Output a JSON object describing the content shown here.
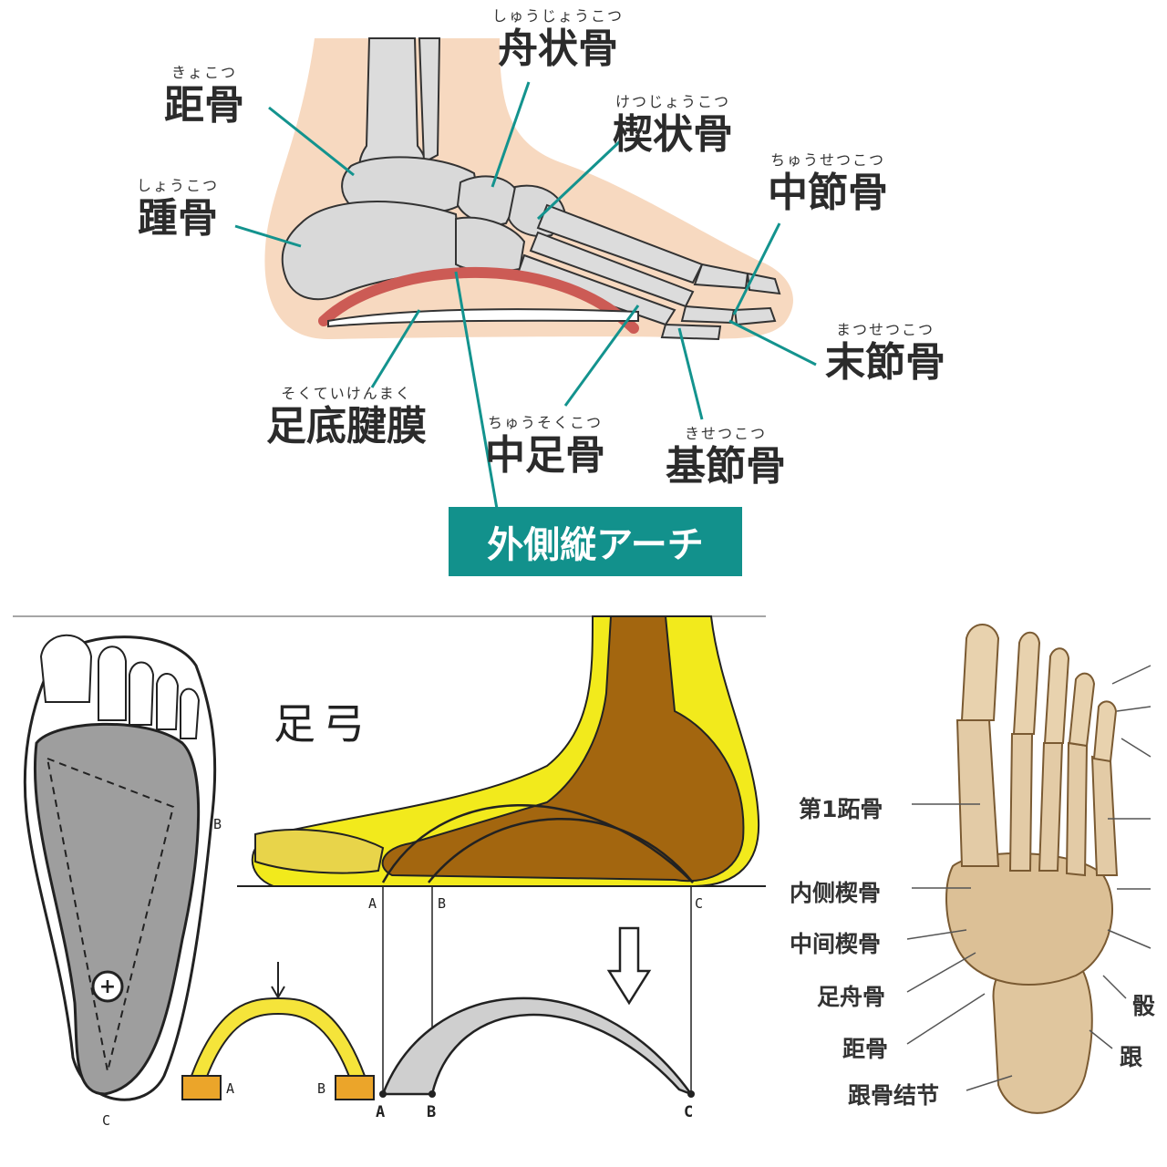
{
  "top_diagram": {
    "labels": {
      "talus": {
        "ruby": "きょこつ",
        "name": "距骨"
      },
      "navicular": {
        "ruby": "しゅうじょうこつ",
        "name": "舟状骨"
      },
      "cuneiform": {
        "ruby": "けつじょうこつ",
        "name": "楔状骨"
      },
      "middle_phalanx": {
        "ruby": "ちゅうせつこつ",
        "name": "中節骨"
      },
      "calcaneus": {
        "ruby": "しょうこつ",
        "name": "踵骨"
      },
      "distal_phalanx": {
        "ruby": "まつせつこつ",
        "name": "末節骨"
      },
      "plantar_fascia": {
        "ruby": "そくていけんまく",
        "name": "足底腱膜"
      },
      "metatarsal": {
        "ruby": "ちゅうそくこつ",
        "name": "中足骨"
      },
      "proximal_phalanx": {
        "ruby": "きせつこつ",
        "name": "基節骨"
      }
    },
    "arch_tag": "外側縦アーチ",
    "colors": {
      "leader": "#13938e",
      "skin": "#f7d9c0",
      "bone": "#d9d9d9",
      "arch": "#cc5b55",
      "tag_bg": "#12918c"
    }
  },
  "bottom_left_diagram": {
    "title": "足弓",
    "sole_point": "B",
    "sole_point_c": "C",
    "ground_points": [
      "A",
      "B",
      "C"
    ],
    "beam_points": [
      "A",
      "B",
      "C"
    ],
    "small_arch_points": [
      "A",
      "B"
    ],
    "colors": {
      "yellow": "#f2ea1c",
      "brown": "#a3660f",
      "small_arch": "#f5e43a",
      "blocks": "#eba52a"
    }
  },
  "bottom_right_diagram": {
    "labels": [
      "第1跖骨",
      "内侧楔骨",
      "中间楔骨",
      "足舟骨",
      "距骨",
      "跟骨结节"
    ],
    "partial_right_labels": [
      "骰",
      "跟"
    ],
    "colors": {
      "bone": "#e0c69e"
    }
  }
}
